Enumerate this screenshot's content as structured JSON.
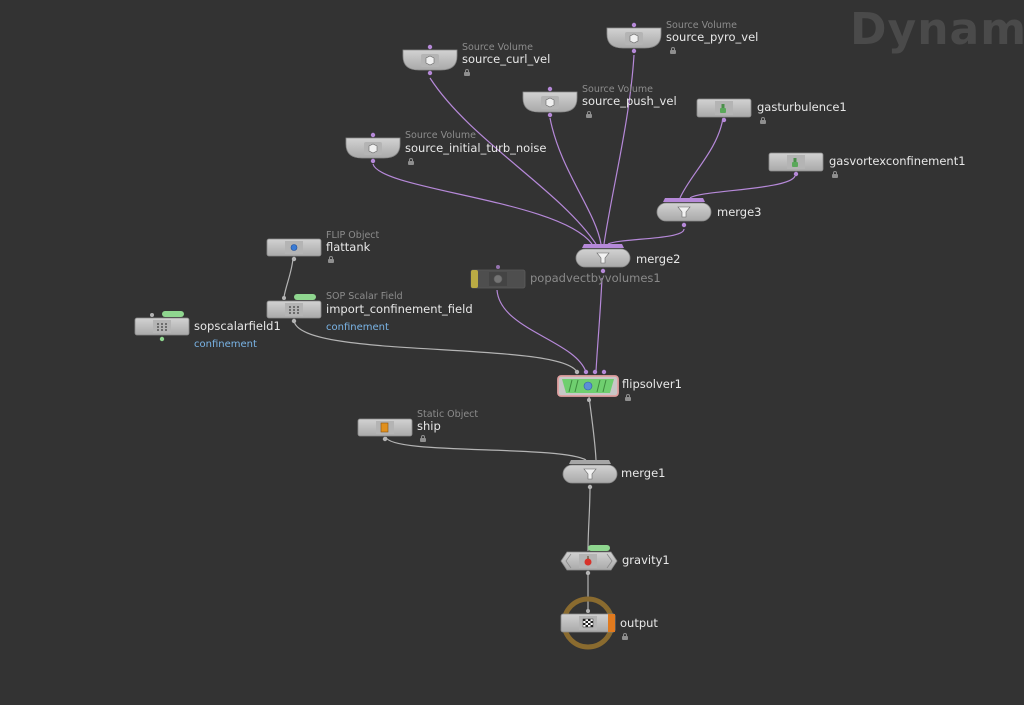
{
  "watermark": "Dynamic",
  "colors": {
    "background": "#333333",
    "node_body": "#c7c7c7",
    "node_icon_bg": "#b4b4b4",
    "wire": "#b4b4b4",
    "wire_purple": "#b689d9",
    "flag_green": "#8fd68f",
    "bypass_yellow": "#e8d34a",
    "display_orange": "#e07a1e",
    "solver_fill": "#6fcf6f",
    "output_ring": "#8a6b2f"
  },
  "nodes": {
    "source_curl_vel": {
      "type": "Source Volume",
      "name": "source_curl_vel",
      "icon": "cube-icon"
    },
    "source_pyro_vel": {
      "type": "Source Volume",
      "name": "source_pyro_vel",
      "icon": "cube-icon"
    },
    "source_push_vel": {
      "type": "Source Volume",
      "name": "source_push_vel",
      "icon": "cube-icon"
    },
    "source_initial_turb_noise": {
      "type": "Source Volume",
      "name": "source_initial_turb_noise",
      "icon": "cube-icon"
    },
    "gasturbulence1": {
      "name": "gasturbulence1",
      "icon": "bottle-icon"
    },
    "gasvortexconfinement1": {
      "name": "gasvortexconfinement1",
      "icon": "bottle-icon"
    },
    "merge3": {
      "name": "merge3",
      "icon": "funnel-icon"
    },
    "merge2": {
      "name": "merge2",
      "icon": "funnel-icon"
    },
    "flattank": {
      "type": "FLIP Object",
      "name": "flattank",
      "icon": "blue-sphere-icon"
    },
    "popadvectbyvolumes1": {
      "name": "popadvectbyvolumes1",
      "icon": "particle-icon",
      "bypassed": true
    },
    "import_confinement_field": {
      "type": "SOP Scalar Field",
      "name": "import_confinement_field",
      "sub": "confinement",
      "icon": "grid-icon"
    },
    "sopscalarfield1": {
      "name": "sopscalarfield1",
      "sub": "confinement",
      "icon": "grid-icon"
    },
    "flipsolver1": {
      "name": "flipsolver1",
      "icon": "solver-icon"
    },
    "ship": {
      "type": "Static Object",
      "name": "ship",
      "icon": "orange-box-icon"
    },
    "merge1": {
      "name": "merge1",
      "icon": "funnel-icon"
    },
    "gravity1": {
      "name": "gravity1",
      "icon": "apple-icon"
    },
    "output": {
      "name": "output",
      "icon": "checker-flag-icon",
      "display": true
    }
  }
}
